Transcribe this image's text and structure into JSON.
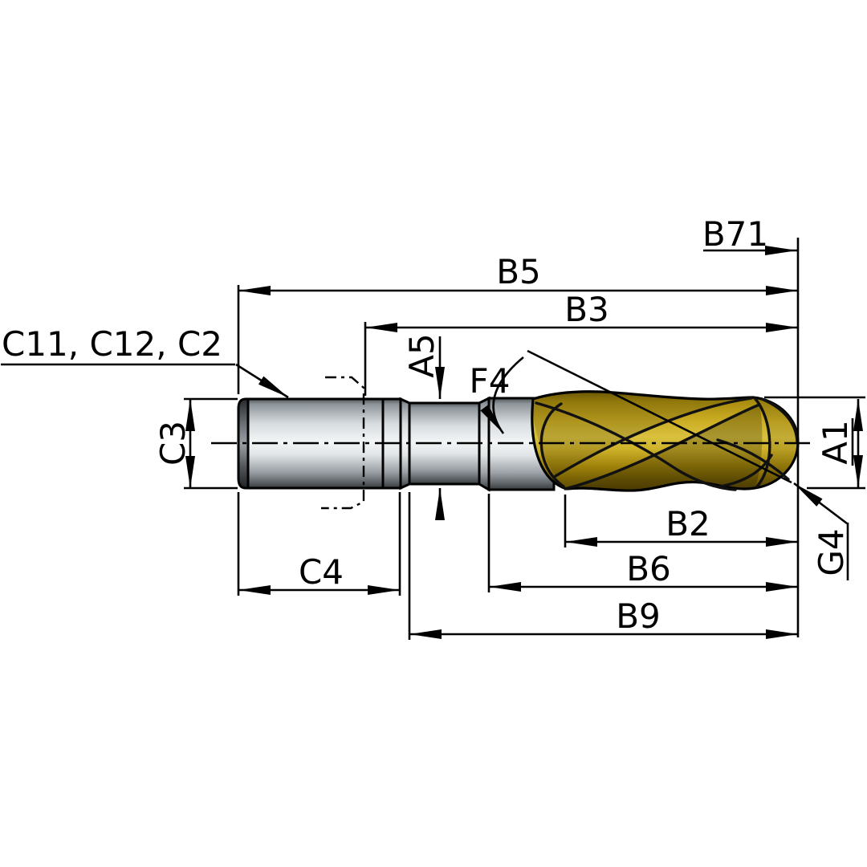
{
  "drawing": {
    "type": "technical-dimension-diagram",
    "subject": "ball-nose-end-mill-side-view",
    "labels": {
      "b71": "B71",
      "b5": "B5",
      "b3": "B3",
      "shank_codes": "C11, C12, C2",
      "c3": "C3",
      "a5": "A5",
      "f4": "F4",
      "a1": "A1",
      "b2": "B2",
      "g4": "G4",
      "b6": "B6",
      "b9": "B9",
      "c4": "C4"
    },
    "colors": {
      "line": "#000000",
      "background": "#ffffff",
      "coating_gold": "#c2a014",
      "coating_gold_light": "#dcc23e",
      "coating_gold_dark": "#6e5804",
      "steel_light": "#f2f5f6",
      "steel_dark": "#35393c"
    }
  }
}
